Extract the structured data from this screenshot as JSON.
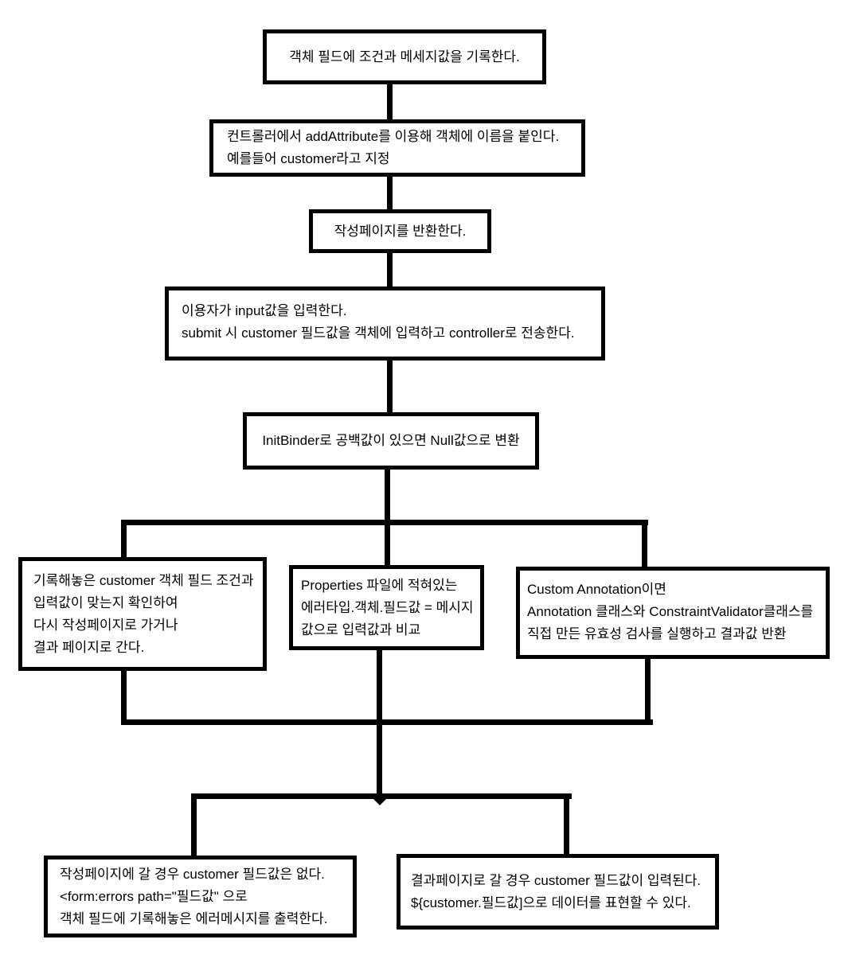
{
  "flowchart": {
    "background_color": "#ffffff",
    "line_color": "#000000",
    "text_color": "#000000",
    "nodes": [
      {
        "name": "record-conditions",
        "lines": [
          "객체 필드에 조건과 메세지값을 기록한다."
        ]
      },
      {
        "name": "controller-addattribute",
        "lines": [
          "컨트롤러에서 addAttribute를 이용해 객체에 이름을 붙인다.",
          "예를들어 customer라고 지정"
        ]
      },
      {
        "name": "return-write-page",
        "lines": [
          "작성페이지를 반환한다."
        ]
      },
      {
        "name": "user-input-submit",
        "lines": [
          "이용자가 input값을 입력한다.",
          "submit 시 customer 필드값을 객체에 입력하고 controller로 전송한다."
        ]
      },
      {
        "name": "initbinder-null-convert",
        "lines": [
          "InitBinder로 공백값이 있으면 Null값으로 변환"
        ]
      },
      {
        "name": "validate-customer-fields",
        "lines": [
          "기록해놓은 customer 객체 필드 조건과",
          "입력값이 맞는지 확인하여",
          "다시 작성페이지로 가거나",
          "결과 페이지로 간다."
        ]
      },
      {
        "name": "properties-file-compare",
        "lines": [
          "Properties 파일에 적혀있는",
          "에러타입.객체.필드값 = 메시지",
          "값으로 입력값과 비교"
        ]
      },
      {
        "name": "custom-annotation-validator",
        "lines": [
          "Custom Annotation이면",
          "Annotation 클래스와 ConstraintValidator클래스를",
          "직접 만든 유효성 검사를 실행하고 결과값 반환"
        ]
      },
      {
        "name": "write-page-errors",
        "lines": [
          "작성페이지에 갈 경우 customer 필드값은 없다.",
          "<form:errors path=\"필드값\" 으로",
          "객체 필드에 기록해놓은 에러메시지를 출력한다."
        ]
      },
      {
        "name": "result-page-display",
        "lines": [
          "결과페이지로 갈 경우 customer 필드값이 입력된다.",
          "${customer.필드값]으로 데이터를 표현할 수 있다."
        ]
      }
    ]
  }
}
